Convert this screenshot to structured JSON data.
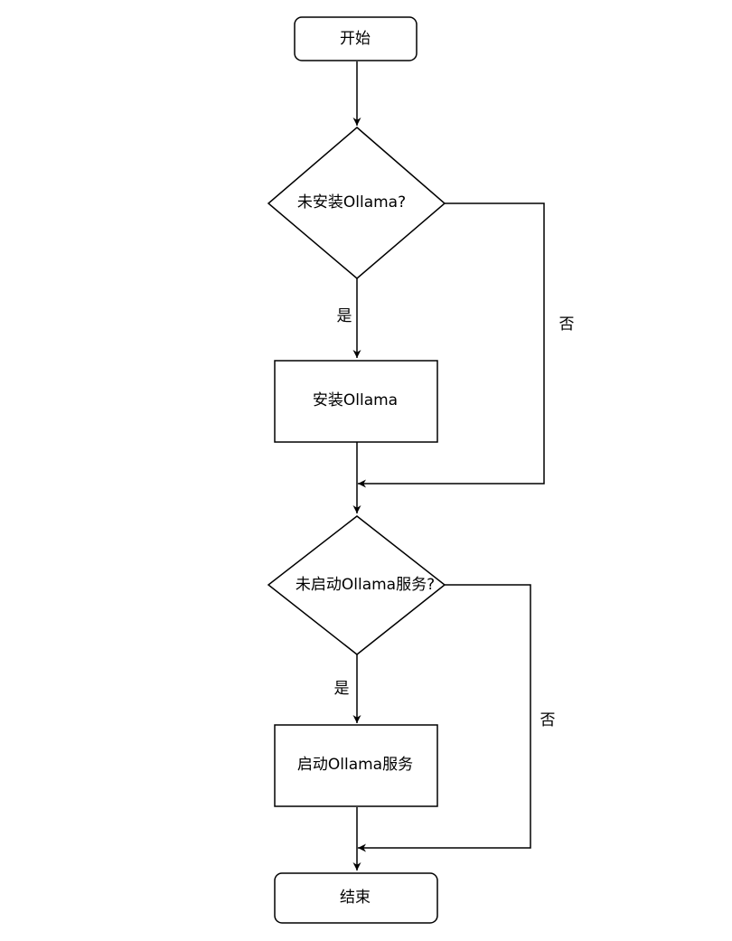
{
  "diagram": {
    "nodes": {
      "start": {
        "label": "开始",
        "shape": "terminator"
      },
      "check_installed": {
        "label": "未安装Ollama?",
        "shape": "decision"
      },
      "install": {
        "label": "安装Ollama",
        "shape": "process"
      },
      "check_service": {
        "label": "未启动Ollama服务?",
        "shape": "decision"
      },
      "start_service": {
        "label": "启动Ollama服务",
        "shape": "process"
      },
      "end": {
        "label": "结束",
        "shape": "terminator"
      }
    },
    "edges": {
      "check_installed_yes": {
        "from": "check_installed",
        "to": "install",
        "label": "是"
      },
      "check_installed_no": {
        "from": "check_installed",
        "to": "check_service",
        "label": "否"
      },
      "check_service_yes": {
        "from": "check_service",
        "to": "start_service",
        "label": "是"
      },
      "check_service_no": {
        "from": "check_service",
        "to": "end",
        "label": "否"
      }
    },
    "colors": {
      "stroke": "#000000",
      "fill": "#ffffff",
      "text": "#000000"
    }
  }
}
